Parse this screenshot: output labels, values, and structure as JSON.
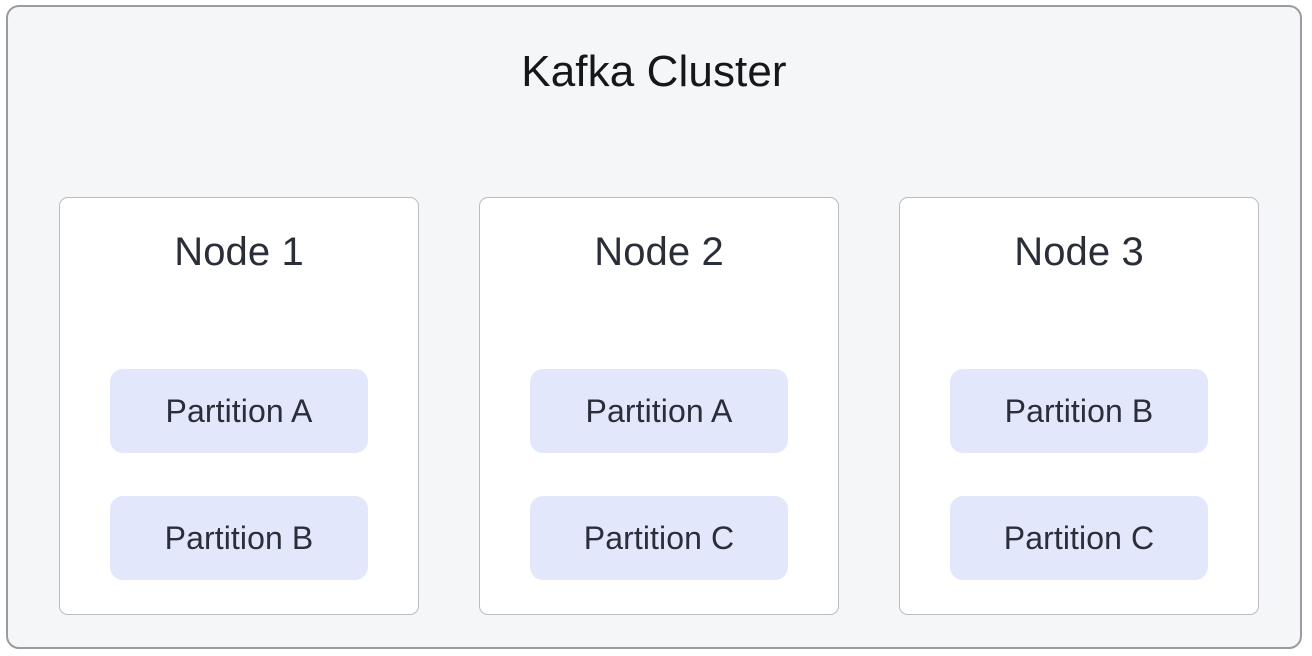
{
  "cluster": {
    "title": "Kafka Cluster",
    "background_color": "#f5f6f8",
    "border_color": "#9b9ba4",
    "title_color": "#17171b"
  },
  "theme": {
    "node_card_background": "#ffffff",
    "node_card_border": "#b9bcc3",
    "node_title_color": "#2a2e39",
    "partition_background": "#e2e7fb",
    "partition_text_color": "#2a2e39",
    "page_background": "#ffffff"
  },
  "nodes": [
    {
      "title": "Node 1",
      "partitions": [
        {
          "label": "Partition A"
        },
        {
          "label": "Partition B"
        }
      ]
    },
    {
      "title": "Node 2",
      "partitions": [
        {
          "label": "Partition A"
        },
        {
          "label": "Partition C"
        }
      ]
    },
    {
      "title": "Node 3",
      "partitions": [
        {
          "label": "Partition B"
        },
        {
          "label": "Partition C"
        }
      ]
    }
  ]
}
